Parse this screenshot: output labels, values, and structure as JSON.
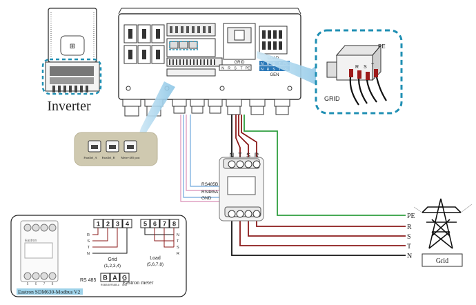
{
  "inverter": {
    "caption": "Inverter",
    "grid_label": "GRID",
    "load_label": "LOAD",
    "gen_label": "GEN",
    "load_terms": [
      "N",
      "R",
      "S",
      "T",
      "PE"
    ],
    "gen_terms": [
      "N",
      "R",
      "S",
      "T",
      "PE"
    ],
    "bottom_terms": [
      "N",
      "R",
      "S",
      "T",
      "PE"
    ]
  },
  "port_callout": {
    "ports": [
      "Parallel_A",
      "Parallel_B",
      "Meter-485 port"
    ]
  },
  "grid_breaker": {
    "grid_label": "GRID",
    "pe_label": "PE",
    "phases": [
      "R",
      "S",
      "T"
    ]
  },
  "meter": {
    "top_terms": [
      "N",
      "T",
      "S",
      "R"
    ],
    "rs485b": "RS485B",
    "rs485a": "RS485A",
    "gnd": "GND"
  },
  "grid_lines": {
    "labels": [
      "PE",
      "R",
      "S",
      "T",
      "N"
    ],
    "grid_box_label": "Grid"
  },
  "legend_box": {
    "meter_brand": "Eastron",
    "caption": "Eastron SDM630-Modbus V2",
    "meter_numbers": [
      "5",
      "6",
      "7",
      "8"
    ],
    "grid_numbers": [
      "1",
      "2",
      "3",
      "4"
    ],
    "load_numbers": [
      "5",
      "6",
      "7",
      "8"
    ],
    "grid_phase_labels": [
      "R",
      "S",
      "T",
      "N"
    ],
    "load_phase_labels": [
      "N",
      "T",
      "S",
      "R"
    ],
    "grid_caption": "Grid",
    "grid_sub": "(1,2,3,4)",
    "load_caption": "Load",
    "load_sub": "(5,6,7,8)",
    "rs485_label": "RS 485",
    "rs485_terms": [
      "B",
      "A",
      "G"
    ],
    "rs485_sub": [
      "RS485-B",
      "RS485-A",
      "GND"
    ],
    "meter_caption": "Eastron meter"
  },
  "colors": {
    "teal_dash": "#1f8fb3",
    "arrow_blue": "#9fd0ea",
    "wire_red": "#8b1a1a",
    "wire_green": "#2e9e3e",
    "wire_black": "#111111",
    "rs485_pink": "#d98fb8",
    "rs485_blue": "#6fa8dc",
    "port_box": "#cfc9b0",
    "highlight": "#9fd3ea"
  }
}
